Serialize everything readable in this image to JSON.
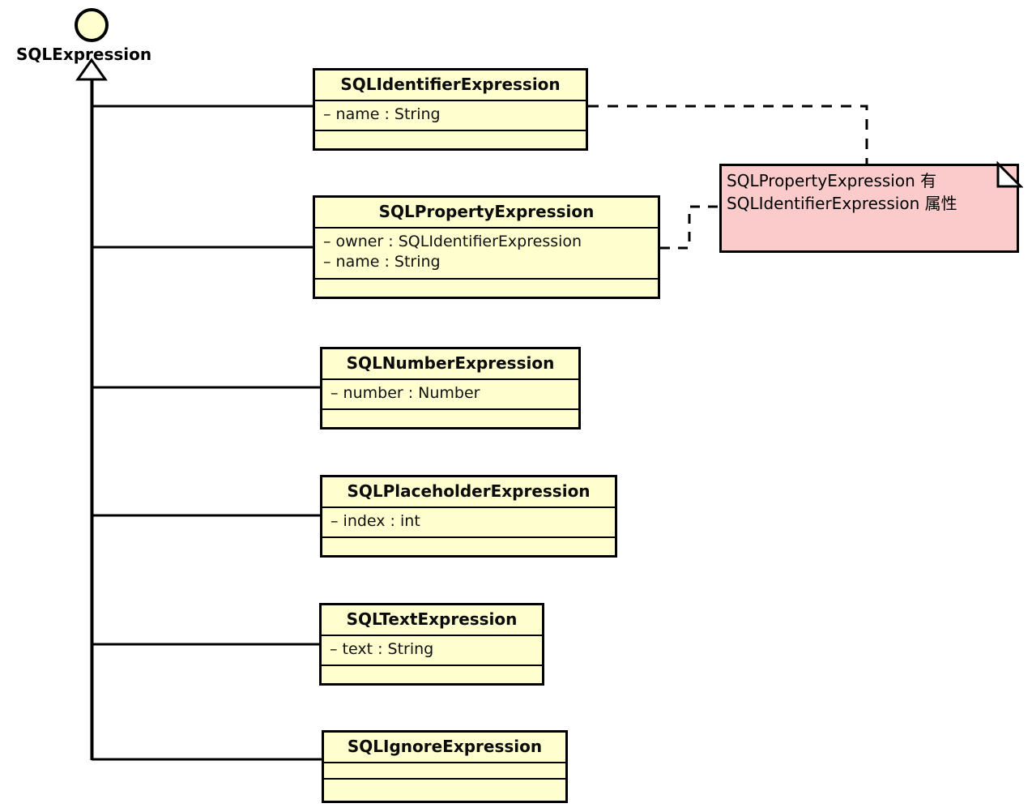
{
  "diagram": {
    "type": "uml-class-diagram",
    "background": "#ffffff",
    "class_fill": "#FEFECE",
    "note_fill": "#FBCBCB",
    "line_color": "#000000"
  },
  "interface": {
    "name": "SQLExpression",
    "notation": "lollipop-circle"
  },
  "classes": [
    {
      "name": "SQLIdentifierExpression",
      "attributes": [
        "– name : String"
      ],
      "operations": []
    },
    {
      "name": "SQLPropertyExpression",
      "attributes": [
        "– owner : SQLIdentifierExpression",
        "– name : String"
      ],
      "operations": []
    },
    {
      "name": "SQLNumberExpression",
      "attributes": [
        "– number : Number"
      ],
      "operations": []
    },
    {
      "name": "SQLPlaceholderExpression",
      "attributes": [
        "– index : int"
      ],
      "operations": []
    },
    {
      "name": "SQLTextExpression",
      "attributes": [
        "– text : String"
      ],
      "operations": []
    },
    {
      "name": "SQLIgnoreExpression",
      "attributes": [],
      "operations": []
    }
  ],
  "note": {
    "lines": [
      "SQLPropertyExpression 有",
      "SQLIdentifierExpression 属性"
    ],
    "anchors": [
      "SQLIdentifierExpression",
      "SQLPropertyExpression"
    ]
  },
  "relationships": [
    {
      "from": "SQLExpression",
      "to": "SQLIdentifierExpression",
      "kind": "generalization"
    },
    {
      "from": "SQLExpression",
      "to": "SQLPropertyExpression",
      "kind": "generalization"
    },
    {
      "from": "SQLExpression",
      "to": "SQLNumberExpression",
      "kind": "generalization"
    },
    {
      "from": "SQLExpression",
      "to": "SQLPlaceholderExpression",
      "kind": "generalization"
    },
    {
      "from": "SQLExpression",
      "to": "SQLTextExpression",
      "kind": "generalization"
    },
    {
      "from": "SQLExpression",
      "to": "SQLIgnoreExpression",
      "kind": "generalization"
    },
    {
      "from": "note",
      "to": "SQLIdentifierExpression",
      "kind": "note-link"
    },
    {
      "from": "note",
      "to": "SQLPropertyExpression",
      "kind": "note-link"
    }
  ]
}
